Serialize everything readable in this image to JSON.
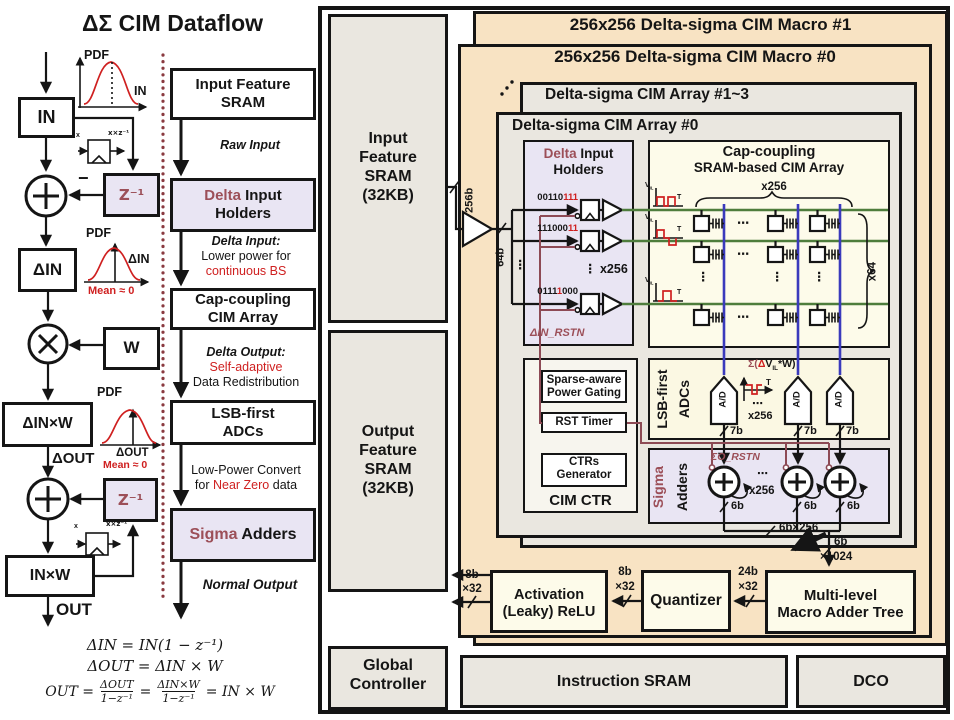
{
  "left": {
    "title": "ΔΣ CIM Dataflow",
    "flow": {
      "in": "IN",
      "z1": "Z⁻¹",
      "din": "ΔIN",
      "w": "W",
      "dinw": "ΔIN×W",
      "dout": "ΔOUT",
      "inw": "IN×W",
      "out": "OUT",
      "minus": "−",
      "lx": "x",
      "lxz": "x×z⁻¹",
      "pdf": "PDF",
      "ax1": "IN",
      "ax2": "ΔIN",
      "ax3": "ΔOUT",
      "mean": "Mean ≈ 0"
    },
    "pipe": {
      "b1a": "Input Feature",
      "b1b": "SRAM",
      "c1": "Raw Input",
      "b2a": "Delta",
      "b2b": " Input",
      "b2c": "Holders",
      "c2a": "Delta Input:",
      "c2b": "Lower power for",
      "c2c": "continuous BS",
      "b3a": "Cap-coupling",
      "b3b": "CIM Array",
      "c3a": "Delta Output:",
      "c3b": "Self-adaptive",
      "c3c": "Data Redistribution",
      "b4a": "LSB-first",
      "b4b": "ADCs",
      "c4a": "Low-Power Convert",
      "c4b": "for ",
      "c4c": "Near Zero",
      "c4d": " data",
      "b5a": "Sigma",
      "b5b": " Adders",
      "c5": "Normal Output"
    },
    "eq": {
      "e1": "ΔIN = IN(1 − z⁻¹)",
      "e2": "ΔOUT = ΔIN × W",
      "e3a": "OUT =",
      "f1n": "ΔOUT",
      "f1d": "1−z⁻¹",
      "e3b": "=",
      "f2n": "ΔIN×W",
      "f2d": "1−z⁻¹",
      "e3c": "= IN × W"
    }
  },
  "right": {
    "isram": {
      "l1": "Input",
      "l2": "Feature",
      "l3": "SRAM",
      "l4": "(32KB)"
    },
    "osram": {
      "l1": "Output",
      "l2": "Feature",
      "l3": "SRAM",
      "l4": "(32KB)"
    },
    "gc": {
      "l1": "Global",
      "l2": "Controller"
    },
    "instr": "Instruction SRAM",
    "dco": "DCO",
    "m1": "256x256 Delta-sigma CIM Macro #1",
    "m0": "256x256 Delta-sigma CIM Macro #0",
    "a13": "Delta-sigma CIM Array #1~3",
    "a0": "Delta-sigma CIM Array #0",
    "hold": {
      "t1a": "Delta",
      "t1b": " Input",
      "t2": "Holders",
      "x256": "x256",
      "rstn": "ΔIN_RSTN",
      "bits": [
        {
          "a": "00110",
          "b": "111",
          "c": ""
        },
        {
          "a": "111000",
          "b": "11",
          "c": ""
        },
        {
          "a": "0111",
          "b": "1",
          "c": "000"
        }
      ]
    },
    "cim": {
      "t1": "Cap-coupling",
      "t2": "SRAM-based CIM Array",
      "x256": "x256",
      "x64": "x64",
      "v": "V",
      "vs": "IL",
      "t": "T"
    },
    "ctrb": {
      "b1a": "Sparse-aware",
      "b1b": "Power Gating",
      "b2": "RST Timer",
      "b3a": "CTRs",
      "b3b": "Generator",
      "lbl": "CIM CTR"
    },
    "adc": {
      "r1": "LSB-first",
      "r2": "ADCs",
      "ad": "A/D",
      "s1": "Σ(",
      "s2": "Δ",
      "s3": "V",
      "s4": "IL",
      "s5": "*W)",
      "x256": "x256",
      "bw": "7b"
    },
    "sg": {
      "r1": "Sigma",
      "r2": "Adders",
      "rstn": "ΣO_RSTN",
      "x256": "x256",
      "bw": "6b"
    },
    "bus": {
      "b256": "256b",
      "b64": "64b",
      "b6x256": "6b×256",
      "b6": "6b",
      "x1024": "×1024",
      "b24": "24b",
      "x32": "×32",
      "b8": "8b"
    },
    "bot": {
      "t1": "Multi-level",
      "t2": "Macro Adder Tree",
      "q": "Quantizer",
      "a1": "Activation",
      "a2": "(Leaky) ReLU"
    }
  },
  "misc": {
    "hdots": "⋯",
    "vdots": "⋮"
  }
}
